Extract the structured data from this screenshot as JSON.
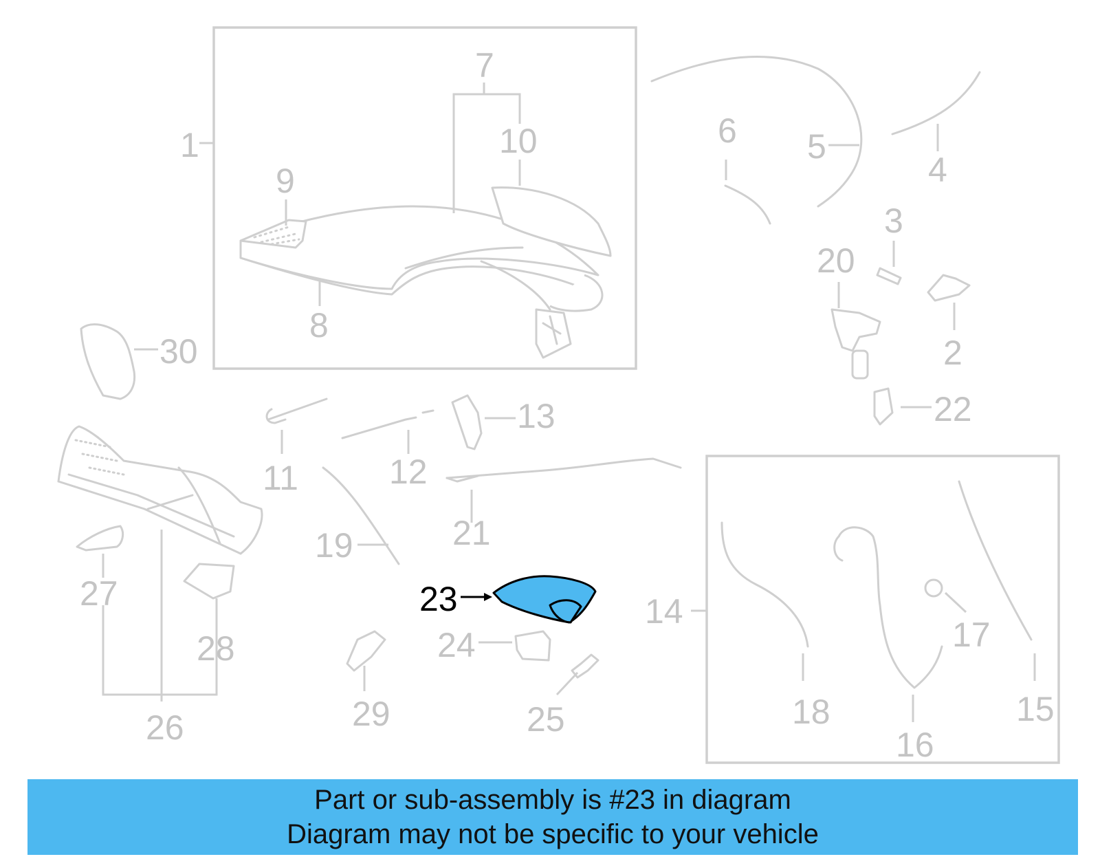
{
  "diagram": {
    "highlight_color": "#4db8f0",
    "line_color": "#cfcfcf",
    "highlighted_part": "23",
    "callouts": [
      "1",
      "2",
      "3",
      "4",
      "5",
      "6",
      "7",
      "8",
      "9",
      "10",
      "11",
      "12",
      "13",
      "14",
      "15",
      "16",
      "17",
      "18",
      "19",
      "20",
      "21",
      "22",
      "23",
      "24",
      "25",
      "26",
      "27",
      "28",
      "29",
      "30"
    ]
  },
  "banner": {
    "line1": "Part or sub-assembly is #23 in diagram",
    "line2": "Diagram may not be specific to your vehicle"
  }
}
